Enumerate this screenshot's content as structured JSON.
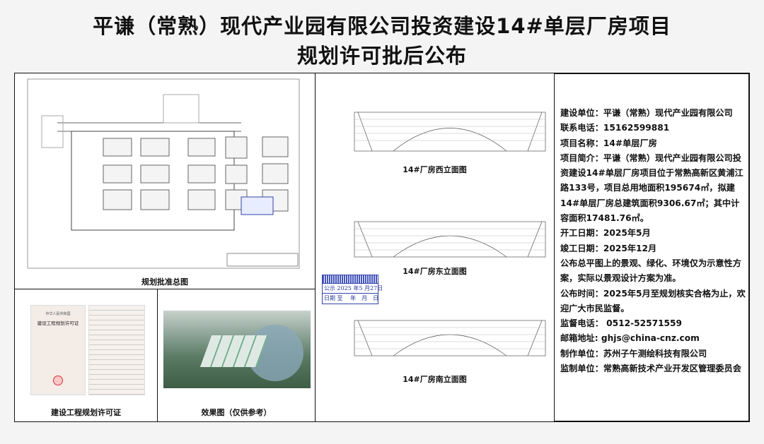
{
  "title": {
    "line1": "平谦（常熟）现代产业园有限公司投资建设14#单层厂房项目",
    "line2": "规划许可批后公布"
  },
  "panels": {
    "site_plan_caption": "规划批准总图",
    "permit_caption": "建设工程规划许可证",
    "rendering_caption": "效果图（仅供参考）",
    "west_elevation_caption": "14#厂房西立面图",
    "east_elevation_caption": "14#厂房东立面图",
    "south_elevation_caption": "14#厂房南立面图"
  },
  "stamp": {
    "row1": "公示 2025 年5 月27日",
    "row2": "日期 至　 年　月　日"
  },
  "permit": {
    "header": "中华人民共和国",
    "title": "建设工程规划许可证"
  },
  "info": [
    "建设单位：平谦（常熟）现代产业园有限公司",
    "联系电话：15162599881",
    "项目名称：14#单层厂房",
    "项目简介：平谦（常熟）现代产业园有限公司投资建设14#单层厂房项目位于常熟高新区黄浦江路133号，项目总用地面积195674㎡，拟建14#单层厂房总建筑面积9306.67㎡；其中计容面积17481.76㎡。",
    "开工日期：2025年5月",
    "竣工日期：2025年12月",
    "公布总平图上的景观、绿化、环境仅为示意性方案，实际以景观设计方案为准。",
    "公布时间：2025年5月至规划核实合格为止，欢迎广大市民监督。",
    "监督电话： 0512-52571559",
    "邮箱地址: ghjs@china-cnz.com",
    "制作单位：苏州子午测绘科技有限公司",
    "监制单位：常熟高新技术产业开发区管理委员会"
  ]
}
